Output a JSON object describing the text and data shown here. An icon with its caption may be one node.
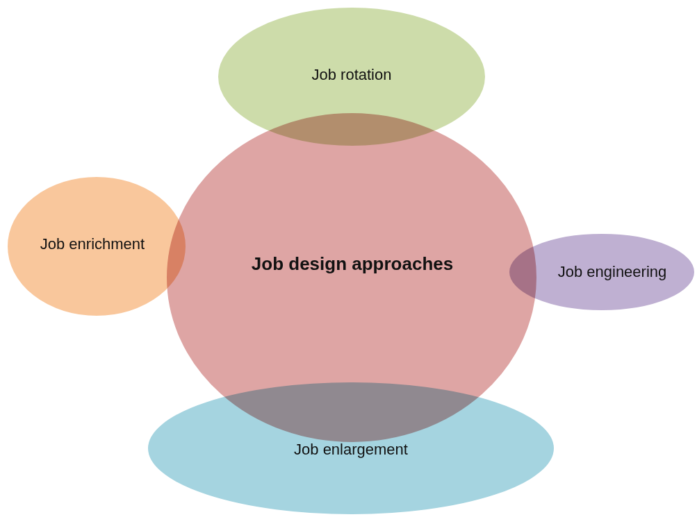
{
  "diagram": {
    "nodes": [
      {
        "text": [
          "Job rotation"
        ]
      },
      {
        "text": [
          "Job enrichment"
        ]
      },
      {
        "text": [
          "Job design approaches"
        ]
      },
      {
        "text": [
          "Job engineering"
        ]
      },
      {
        "text": [
          "Job enlargement"
        ]
      }
    ]
  }
}
